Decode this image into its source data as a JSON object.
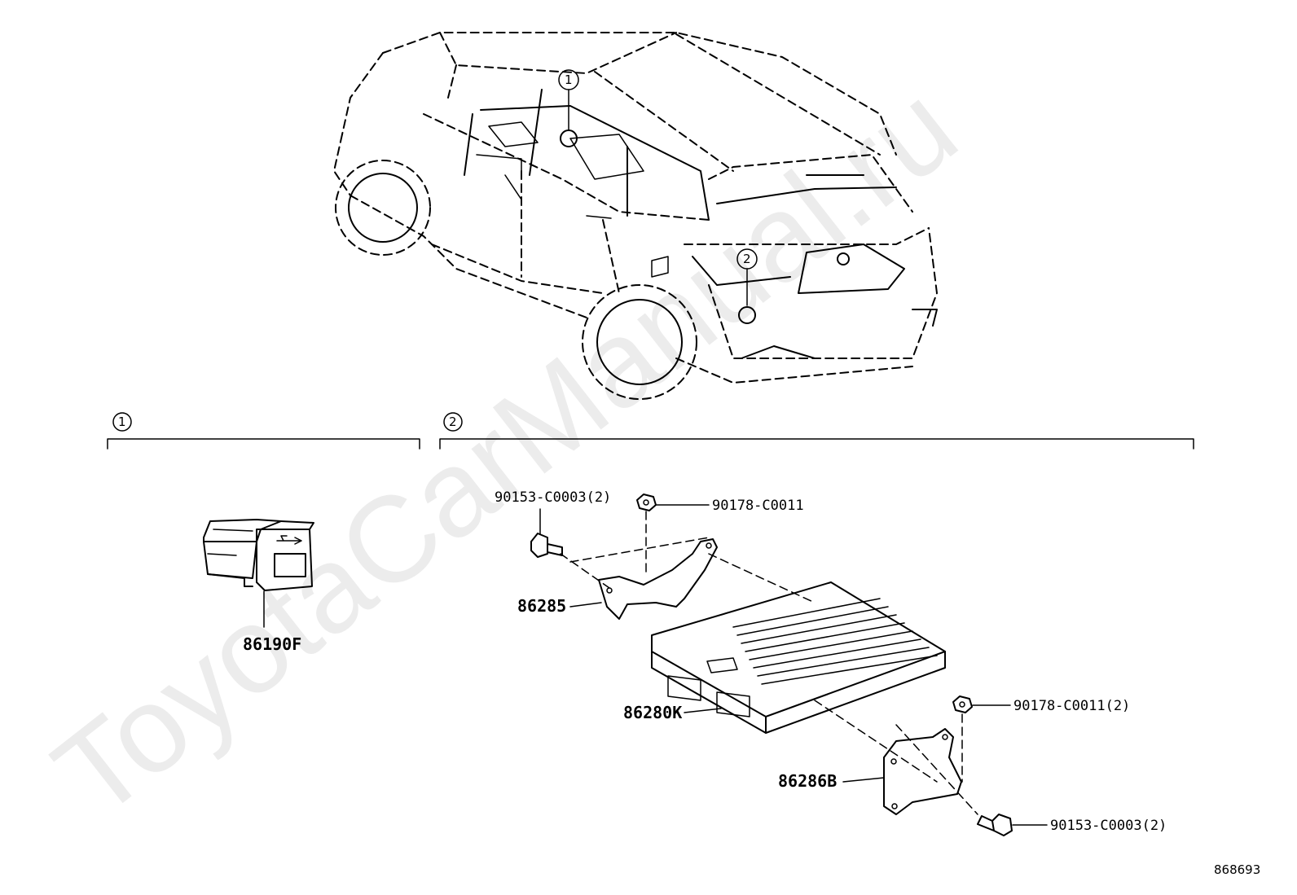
{
  "watermark": "ToyotaCarManual.ru",
  "callouts": [
    {
      "id": "1"
    },
    {
      "id": "2"
    }
  ],
  "section_numbers": [
    "1",
    "2"
  ],
  "parts": {
    "usb_port": "86190F",
    "bracket_upper": "86285",
    "module": "86280K",
    "bracket_lower": "86286B",
    "bolt_upper": "90153-C0003(2)",
    "nut_upper": "90178-C0011",
    "nut_lower": "90178-C0011(2)",
    "bolt_lower": "90153-C0003(2)"
  },
  "diagram_ref": "868693"
}
